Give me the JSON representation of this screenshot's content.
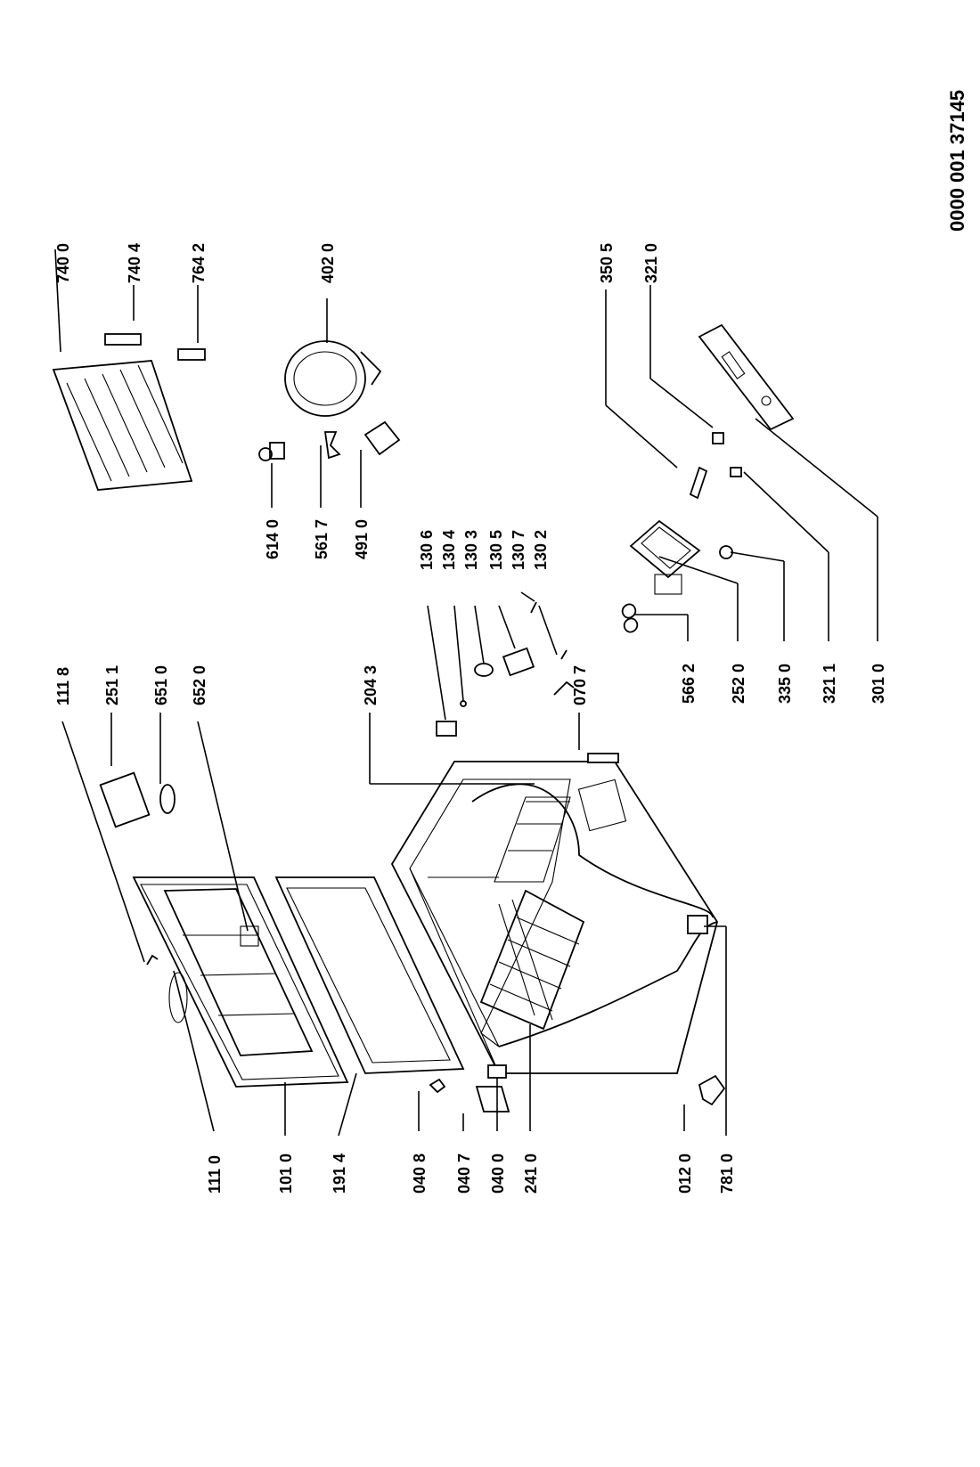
{
  "document_number": "0000 001 37145",
  "callouts": {
    "p1110": "111 0",
    "p1010": "101 0",
    "p1914": "191 4",
    "p0408": "040 8",
    "p0407": "040 7",
    "p0400": "040 0",
    "p2410": "241 0",
    "p0120": "012 0",
    "p7810": "781 0",
    "p1118": "111 8",
    "p2511": "251 1",
    "p6510": "651 0",
    "p6520": "652 0",
    "p2043": "204 3",
    "p0707": "070 7",
    "p1306": "130 6",
    "p1304": "130 4",
    "p1303": "130 3",
    "p1305": "130 5",
    "p1307": "130 7",
    "p1302": "130 2",
    "p5662": "566 2",
    "p2520": "252 0",
    "p3350": "335 0",
    "p3211": "321 1",
    "p3010": "301 0",
    "p6140": "614 0",
    "p5617": "561 7",
    "p4910": "491 0",
    "p3505": "350 5",
    "p3210": "321 0",
    "p7400": "740 0",
    "p7404": "740 4",
    "p7642": "764 2",
    "p4020": "402 0"
  }
}
